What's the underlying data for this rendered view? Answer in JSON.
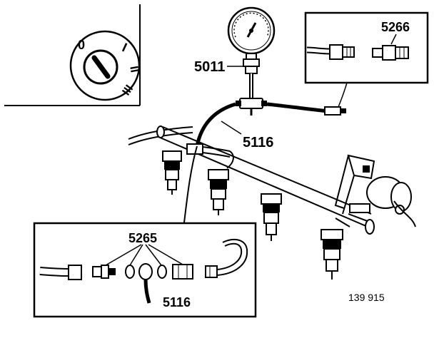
{
  "labels": {
    "gauge": "5011",
    "hose": "5116",
    "adapter_top": "5266",
    "adapter_kit": "5265",
    "hose_inset": "5116",
    "figure_ref": "139 915"
  },
  "ignition_positions": [
    "0",
    "I",
    "II",
    "III"
  ],
  "colors": {
    "ink": "#000000",
    "paper": "#ffffff"
  }
}
